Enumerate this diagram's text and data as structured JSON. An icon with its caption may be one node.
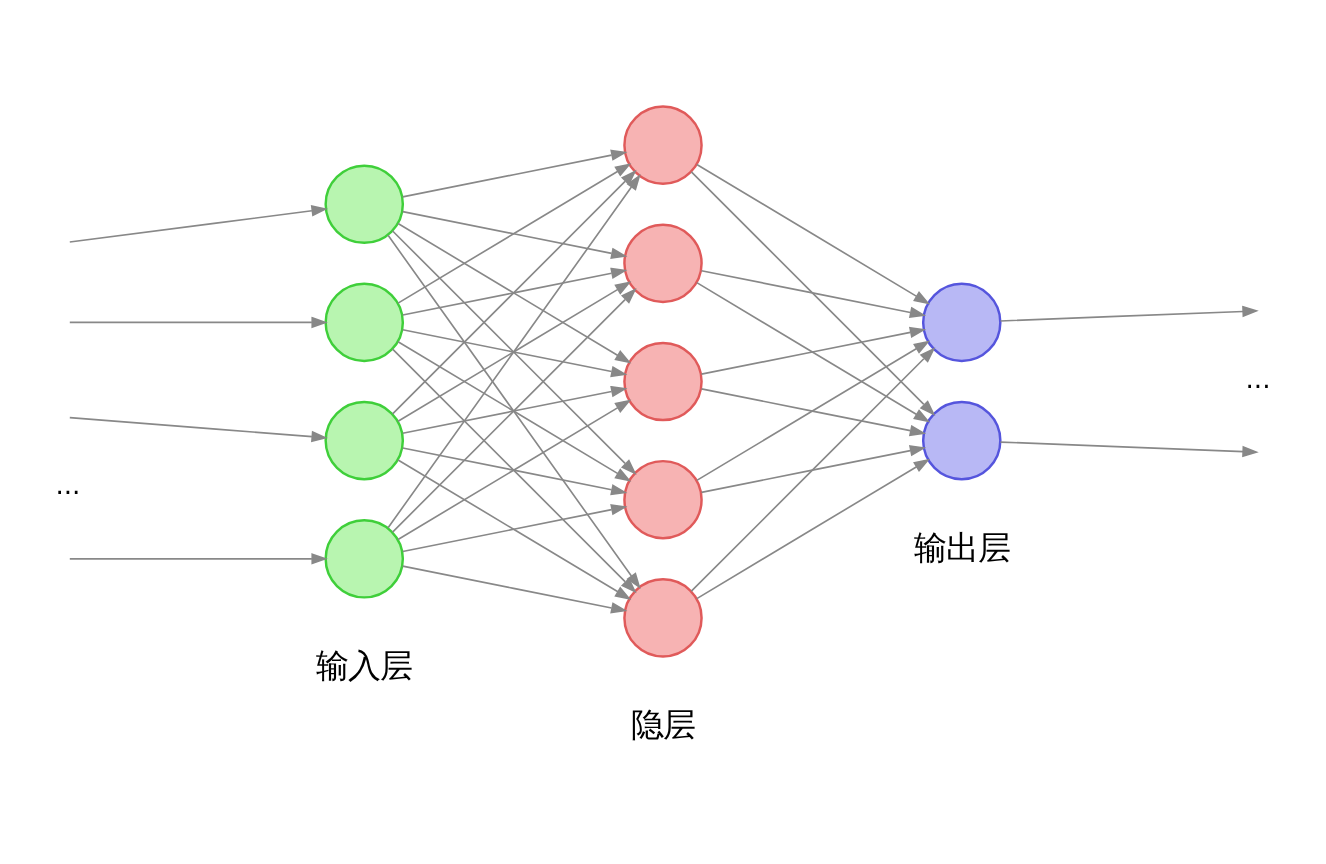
{
  "diagram": {
    "nodes": [
      {
        "text": [],
        "shape": "circle"
      },
      {
        "text": [],
        "shape": "circle"
      },
      {
        "text": [],
        "shape": "circle"
      },
      {
        "text": [],
        "shape": "circle"
      },
      {
        "text": [],
        "shape": "circle"
      },
      {
        "text": [],
        "shape": "circle"
      },
      {
        "text": [],
        "shape": "circle"
      },
      {
        "text": [],
        "shape": "circle"
      },
      {
        "text": [],
        "shape": "circle"
      },
      {
        "text": [],
        "shape": "circle"
      },
      {
        "text": [],
        "shape": "circle"
      }
    ],
    "edges": [
      {
        "from": null,
        "to": 0,
        "arrow": "to"
      },
      {
        "from": null,
        "to": 1,
        "arrow": "to"
      },
      {
        "from": null,
        "to": 2,
        "arrow": "to"
      },
      {
        "from": null,
        "to": 3,
        "arrow": "to"
      },
      {
        "from": 0,
        "to": 4,
        "arrow": "to"
      },
      {
        "from": 0,
        "to": 5,
        "arrow": "to"
      },
      {
        "from": 0,
        "to": 6,
        "arrow": "to"
      },
      {
        "from": 0,
        "to": 7,
        "arrow": "to"
      },
      {
        "from": 0,
        "to": 8,
        "arrow": "to"
      },
      {
        "from": 1,
        "to": 4,
        "arrow": "to"
      },
      {
        "from": 1,
        "to": 5,
        "arrow": "to"
      },
      {
        "from": 1,
        "to": 6,
        "arrow": "to"
      },
      {
        "from": 1,
        "to": 7,
        "arrow": "to"
      },
      {
        "from": 1,
        "to": 8,
        "arrow": "to"
      },
      {
        "from": 2,
        "to": 4,
        "arrow": "to"
      },
      {
        "from": 2,
        "to": 5,
        "arrow": "to"
      },
      {
        "from": 2,
        "to": 6,
        "arrow": "to"
      },
      {
        "from": 2,
        "to": 7,
        "arrow": "to"
      },
      {
        "from": 2,
        "to": 8,
        "arrow": "to"
      },
      {
        "from": 3,
        "to": 4,
        "arrow": "to"
      },
      {
        "from": 3,
        "to": 5,
        "arrow": "to"
      },
      {
        "from": 3,
        "to": 6,
        "arrow": "to"
      },
      {
        "from": 3,
        "to": 7,
        "arrow": "to"
      },
      {
        "from": 3,
        "to": 8,
        "arrow": "to"
      },
      {
        "from": 4,
        "to": 9,
        "arrow": "to"
      },
      {
        "from": 4,
        "to": 10,
        "arrow": "to"
      },
      {
        "from": 5,
        "to": 9,
        "arrow": "to"
      },
      {
        "from": 5,
        "to": 10,
        "arrow": "to"
      },
      {
        "from": 6,
        "to": 9,
        "arrow": "to"
      },
      {
        "from": 6,
        "to": 10,
        "arrow": "to"
      },
      {
        "from": 7,
        "to": 9,
        "arrow": "to"
      },
      {
        "from": 7,
        "to": 10,
        "arrow": "to"
      },
      {
        "from": 8,
        "to": 9,
        "arrow": "to"
      },
      {
        "from": 8,
        "to": 10,
        "arrow": "to"
      },
      {
        "from": 9,
        "to": null,
        "arrow": "to"
      },
      {
        "from": 10,
        "to": null,
        "arrow": "to"
      }
    ],
    "labels": [
      "...",
      "...",
      "输入层",
      "隐层",
      "输出层"
    ]
  }
}
